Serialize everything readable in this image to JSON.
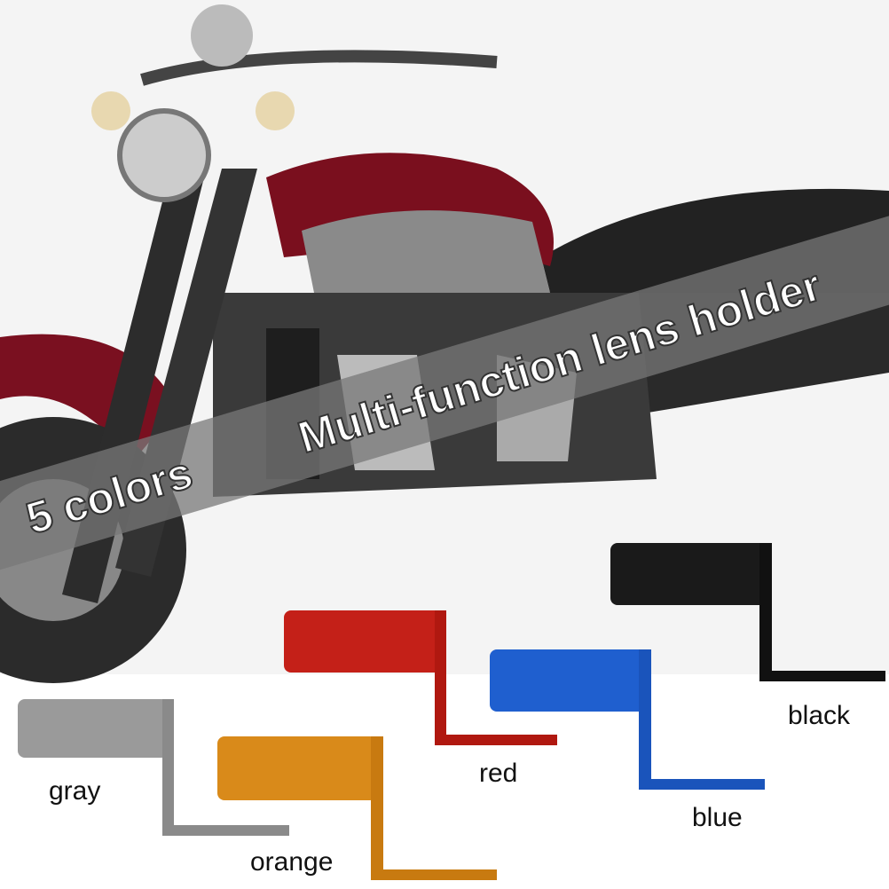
{
  "banner": {
    "left_text": "5 colors",
    "right_text": "Multi-function lens holder"
  },
  "holders": [
    {
      "label": "gray",
      "color": "#9a9a9a"
    },
    {
      "label": "orange",
      "color": "#d98a1a"
    },
    {
      "label": "red",
      "color": "#c42018"
    },
    {
      "label": "blue",
      "color": "#1f5fcf"
    },
    {
      "label": "black",
      "color": "#1a1a1a"
    }
  ]
}
